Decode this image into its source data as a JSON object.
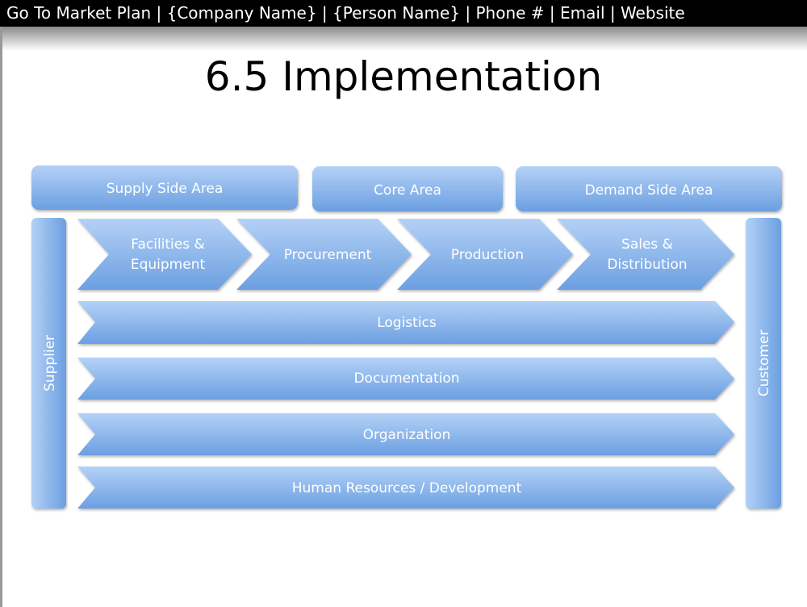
{
  "header": {
    "text": "Go To Market Plan | {Company Name} | {Person Name} | Phone # | Email | Website"
  },
  "title": "6.5 Implementation",
  "areas": {
    "supply": "Supply Side Area",
    "core": "Core Area",
    "demand": "Demand Side Area"
  },
  "sides": {
    "supplier": "Supplier",
    "customer": "Customer"
  },
  "process": [
    {
      "line1": "Facilities &",
      "line2": "Equipment"
    },
    {
      "line1": "Procurement",
      "line2": ""
    },
    {
      "line1": "Production",
      "line2": ""
    },
    {
      "line1": "Sales &",
      "line2": "Distribution"
    }
  ],
  "support": [
    "Logistics",
    "Documentation",
    "Organization",
    "Human Resources / Development"
  ],
  "colors": {
    "box_top": "#aacbf4",
    "box_bottom": "#6c9fe0"
  }
}
